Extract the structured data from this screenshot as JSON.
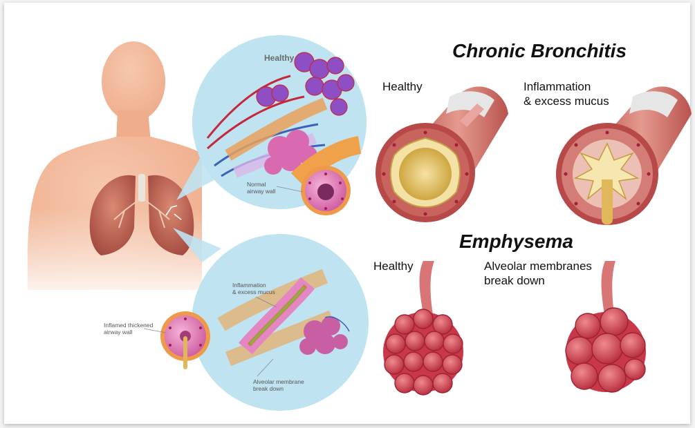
{
  "titles": {
    "chronic_bronchitis": "Chronic Bronchitis",
    "emphysema": "Emphysema"
  },
  "bronchitis_labels": {
    "healthy": "Healthy",
    "inflamed_line1": "Inflammation",
    "inflamed_line2": "& excess mucus"
  },
  "emphysema_labels": {
    "healthy": "Healthy",
    "damaged_line1": "Alveolar membranes",
    "damaged_line2": "break down"
  },
  "upper_inset": {
    "heading": "Healthy",
    "wall_line1": "Normal",
    "wall_line2": "airway wall"
  },
  "lower_inset": {
    "inflam_line1": "Inflammation",
    "inflam_line2": "& excess mucus",
    "thick_line1": "Inflamed thickened",
    "thick_line2": "airway wall",
    "membrane_line1": "Alveolar membrane",
    "membrane_line2": "break down"
  },
  "colors": {
    "skin": "#f1b99a",
    "lung": "#b8574a",
    "inset_bg": "#bfe3f1",
    "airway": "#c76a64",
    "mucus": "#e4c25a",
    "alveoli": "#c83848"
  }
}
